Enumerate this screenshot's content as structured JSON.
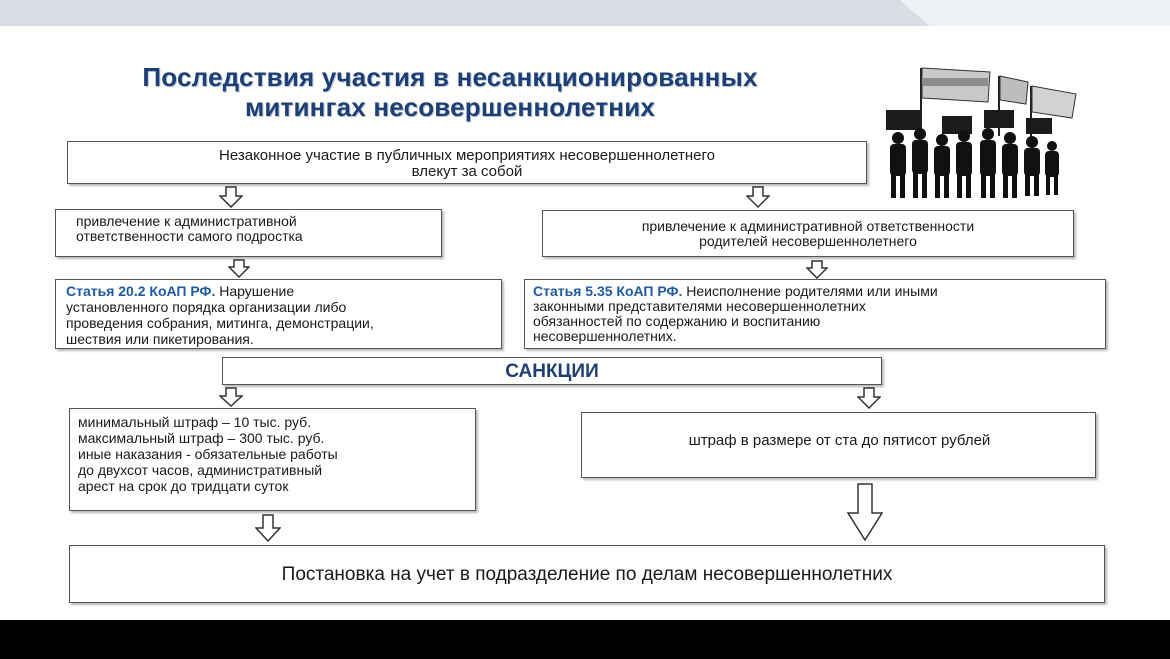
{
  "title": {
    "line1": "Последствия участия в несанкционированных",
    "line2": "митингах несовершеннолетних"
  },
  "main_box": {
    "line1": "Незаконное участие в публичных мероприятиях несовершеннолетнего",
    "line2": "влекут за собой"
  },
  "left": {
    "liability": {
      "line1": "привлечение к административной",
      "line2": "ответственности самого подростка"
    },
    "article": {
      "ref": "Статья 20.2 КоАП РФ.",
      "line1_rest": " Нарушение",
      "line2": "установленного порядка организации либо",
      "line3": "проведения собрания, митинга, демонстрации,",
      "line4": "шествия или пикетирования."
    },
    "penalties": {
      "line1": "минимальный штраф – 10 тыс. руб.",
      "line2": "максимальный штраф – 300 тыс. руб.",
      "line3": "иные наказания -  обязательные работы",
      "line4": "до двухсот часов, административный",
      "line5": "арест на срок до тридцати суток"
    }
  },
  "right": {
    "liability": {
      "line1": "привлечение к административной ответственности",
      "line2": "родителей несовершеннолетнего"
    },
    "article": {
      "ref": "Статья 5.35 КоАП РФ.",
      "line1_rest": " Неисполнение родителями или иными",
      "line2": "законными представителями несовершеннолетних",
      "line3": "обязанностей по содержанию и воспитанию",
      "line4": "несовершеннолетних."
    },
    "penalty": "штраф в размере от ста до пятисот рублей"
  },
  "sanctions_label": "САНКЦИИ",
  "bottom_box": "Постановка на учет в подразделение по делам несовершеннолетних",
  "colors": {
    "title": "#1e3f73",
    "article_ref": "#1f5aa6",
    "border": "#555555",
    "top_band": "#d6dbe4",
    "bottom_bar": "#000000"
  }
}
